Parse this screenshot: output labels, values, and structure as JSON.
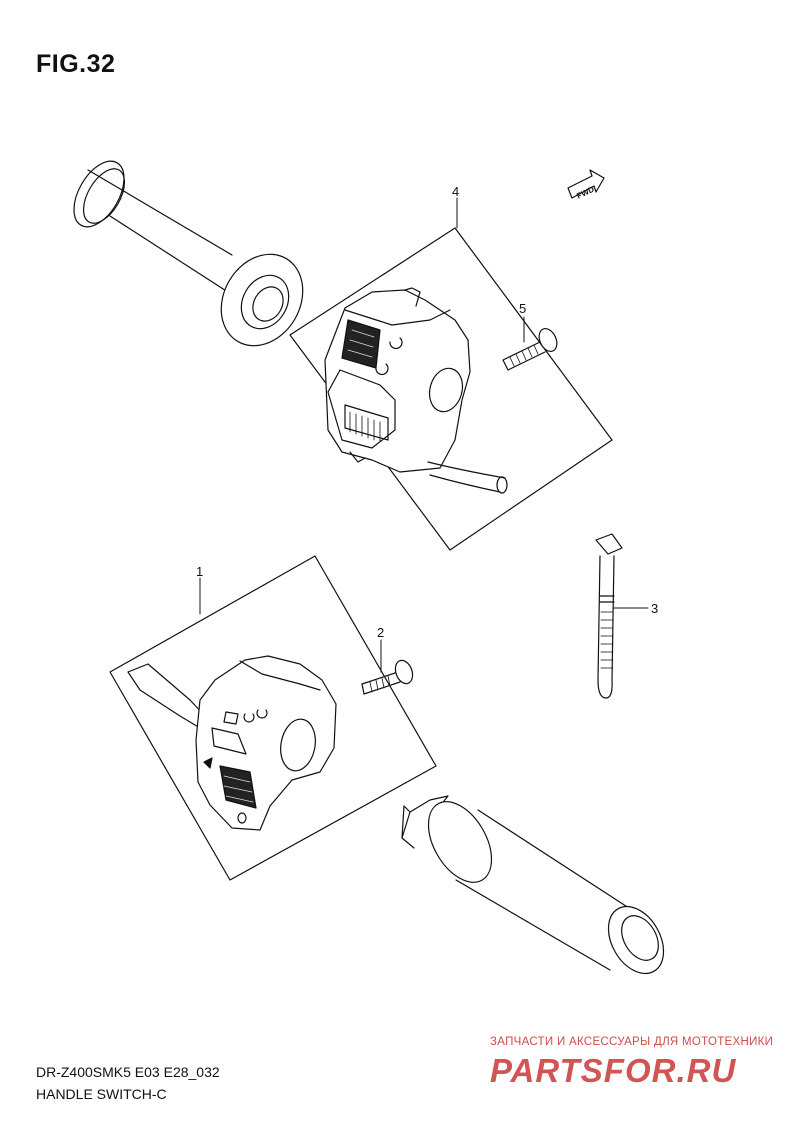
{
  "figure": {
    "title": "FIG.32"
  },
  "parts": [
    {
      "ref": "1",
      "description": ""
    },
    {
      "ref": "2",
      "description": ""
    },
    {
      "ref": "3",
      "description": ""
    },
    {
      "ref": "4",
      "description": ""
    },
    {
      "ref": "5",
      "description": ""
    }
  ],
  "direction_marker": {
    "label": "FWD",
    "icon": "forward-arrow-icon"
  },
  "footer": {
    "model_code": "DR-Z400SMK5 E03 E28_032",
    "section_name": "HANDLE SWITCH-C"
  },
  "watermark": {
    "tagline": "ЗАПЧАСТИ И АКСЕССУАРЫ ДЛЯ МОТОТЕХНИКИ",
    "brand": "PARTSFOR.RU",
    "color": "#c62b2b"
  }
}
